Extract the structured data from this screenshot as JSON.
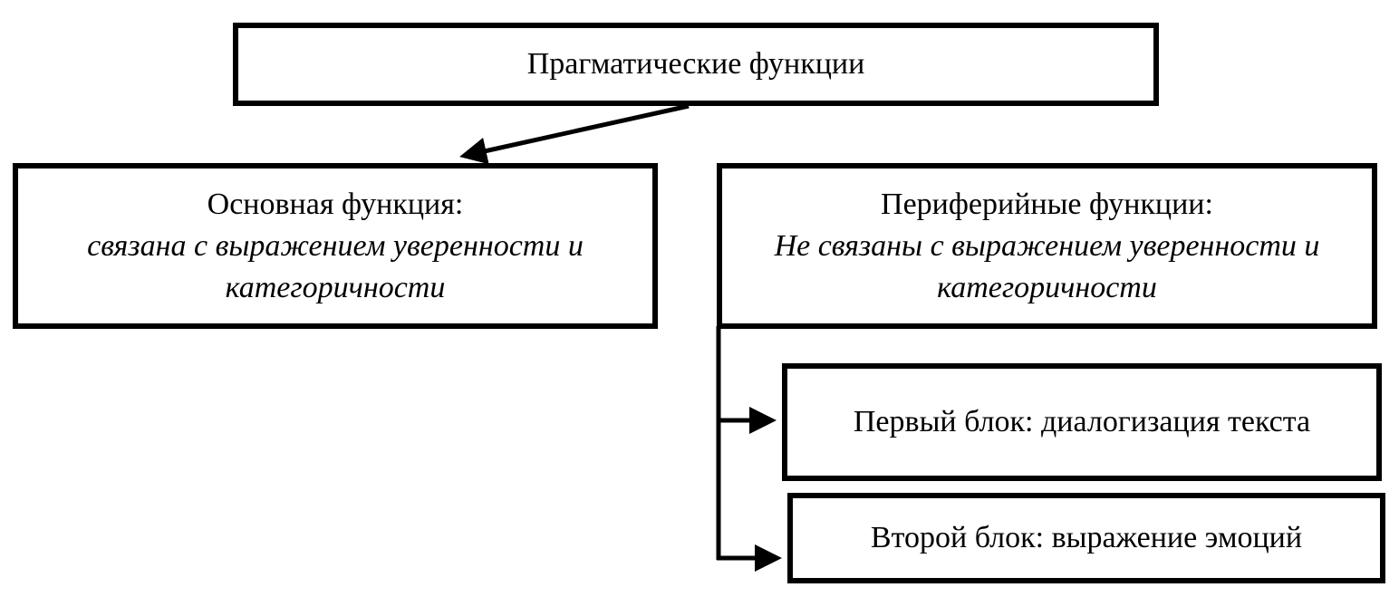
{
  "diagram": {
    "root": {
      "title": "Прагматические функции"
    },
    "main_function": {
      "title": "Основная функция:",
      "description_line1": "связана с выражением уверенности и",
      "description_line2": "категоричности"
    },
    "peripheral_functions": {
      "title": "Периферийные функции:",
      "description_line1": "Не связаны с выражением уверенности и",
      "description_line2": "категоричности"
    },
    "blocks": [
      {
        "label": "Первый блок: диалогизация текста"
      },
      {
        "label": "Второй блок: выражение эмоций"
      }
    ],
    "edges": [
      {
        "from": "root",
        "to": "main_function"
      },
      {
        "from": "peripheral_functions",
        "to": "blocks.0"
      },
      {
        "from": "peripheral_functions",
        "to": "blocks.1"
      }
    ],
    "colors": {
      "stroke": "#000000",
      "background": "#ffffff"
    }
  }
}
